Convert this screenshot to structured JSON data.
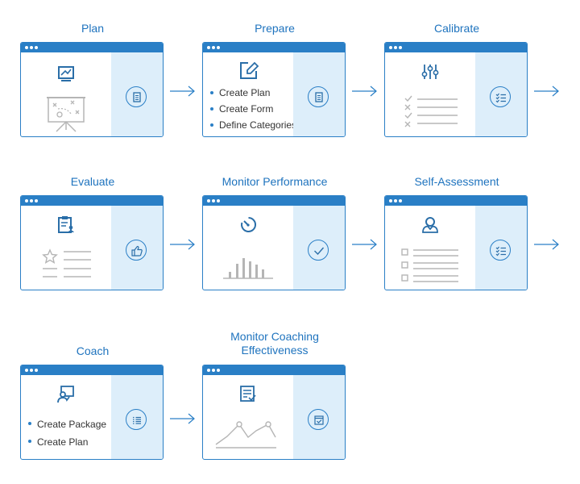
{
  "colors": {
    "accent": "#1e73be",
    "panel": "#ddeefa",
    "line": "#b5b5b5"
  },
  "steps": [
    {
      "title": "Plan",
      "main_icon": "presentation-chart-icon",
      "art": "strategy-board-illustration",
      "badge_icon": "document-icon",
      "items": []
    },
    {
      "title": "Prepare",
      "main_icon": "edit-icon",
      "badge_icon": "document-icon",
      "items": [
        "Create Plan",
        "Create Form",
        "Define Categories"
      ]
    },
    {
      "title": "Calibrate",
      "main_icon": "sliders-icon",
      "art": "checklist-illustration",
      "badge_icon": "checklist-icon",
      "items": []
    },
    {
      "title": "Evaluate",
      "main_icon": "clipboard-user-icon",
      "art": "star-rating-illustration",
      "badge_icon": "thumbs-up-icon",
      "items": []
    },
    {
      "title": "Monitor Performance",
      "main_icon": "gauge-icon",
      "art": "bar-chart-illustration",
      "badge_icon": "checkmark-icon",
      "items": []
    },
    {
      "title": "Self-Assessment",
      "main_icon": "user-award-icon",
      "art": "checkbox-list-illustration",
      "badge_icon": "checklist-icon",
      "items": []
    },
    {
      "title": "Coach",
      "main_icon": "teacher-board-icon",
      "badge_icon": "list-icon",
      "items": [
        "Create Package",
        "Create Plan"
      ]
    },
    {
      "title_line1": "Monitor Coaching",
      "title_line2": "Effectiveness",
      "main_icon": "checklist-clipboard-icon",
      "art": "line-chart-illustration",
      "badge_icon": "calendar-check-icon",
      "items": []
    }
  ],
  "connectors": [
    "arrow-right-icon"
  ]
}
